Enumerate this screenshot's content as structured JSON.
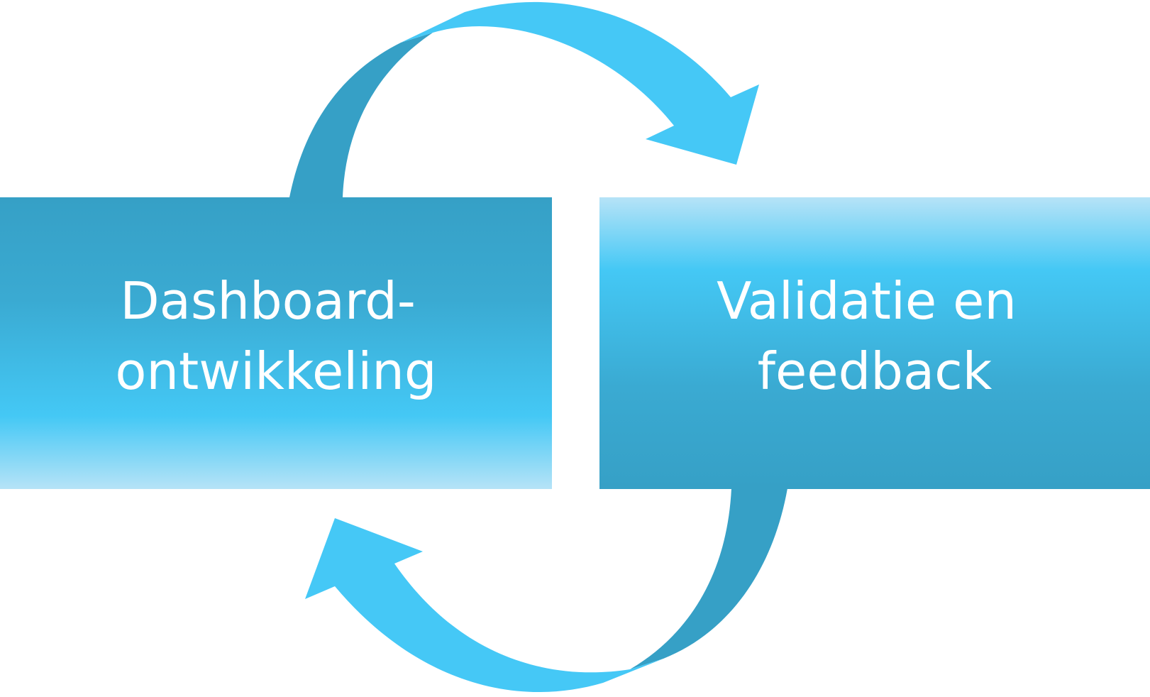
{
  "diagram": {
    "type": "cycle",
    "boxes": [
      {
        "id": "development",
        "lines": [
          "Dashboard-",
          "ontwikkeling"
        ]
      },
      {
        "id": "validation",
        "lines": [
          "Validatie en",
          "feedback"
        ]
      }
    ],
    "flows": [
      {
        "from": "development",
        "to": "validation",
        "direction": "clockwise-top"
      },
      {
        "from": "validation",
        "to": "development",
        "direction": "clockwise-bottom"
      }
    ]
  },
  "colors": {
    "box_dark": "#36a0c6",
    "box_mid": "#3bb0d8",
    "box_bright": "#44c8f5",
    "box_light": "#b6e3f7",
    "arrow_light": "#45c8f6",
    "arrow_shadow": "#36a0c6",
    "label_text": "#ffffff"
  }
}
